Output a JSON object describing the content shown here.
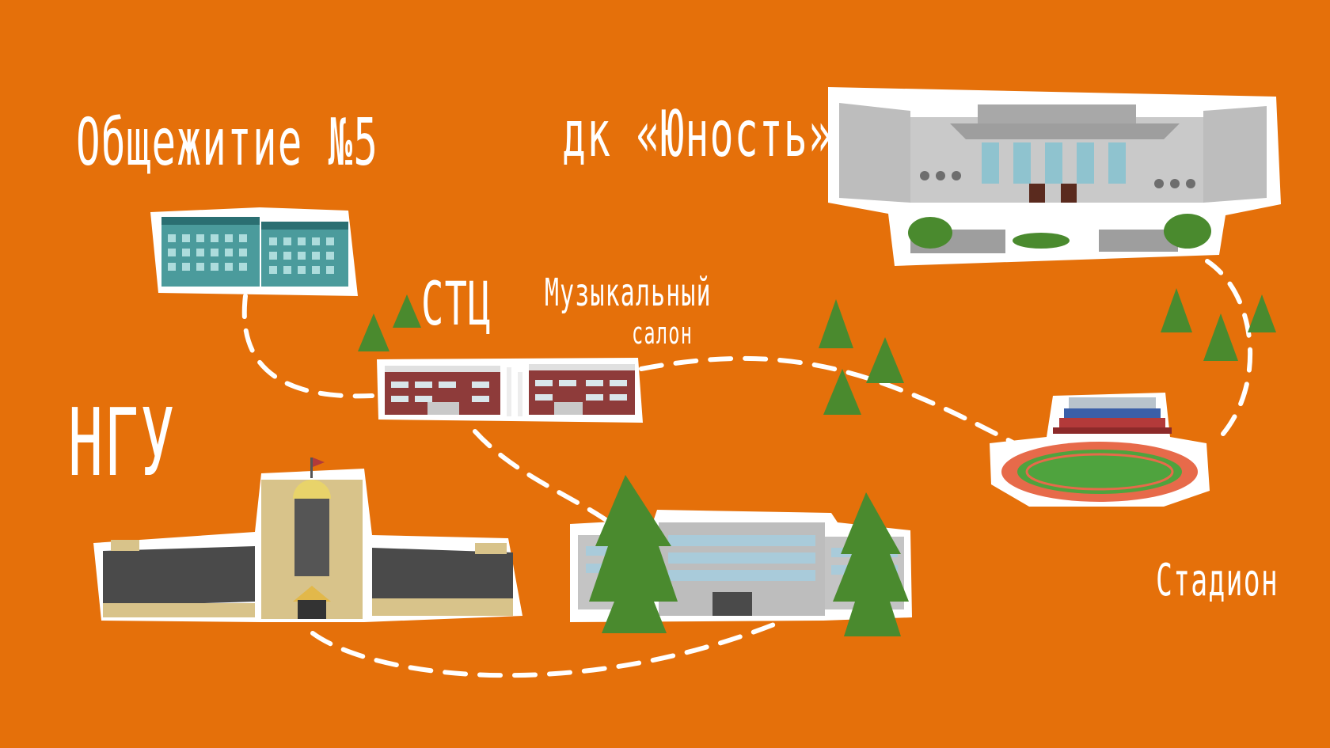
{
  "colors": {
    "background": "#E5700A",
    "route": "#FFFFFF",
    "label": "#FFFFFF",
    "tree": "#4A8A2E"
  },
  "places": {
    "dormitory": {
      "label": "Общежитие №5"
    },
    "dk": {
      "label": "дк «Юность»"
    },
    "sti": {
      "label": "СТЦ"
    },
    "music": {
      "label_line1": "Музыкальный",
      "label_line2": "салон"
    },
    "ngu": {
      "label": "НГУ"
    },
    "stadium": {
      "label": "Стадион"
    }
  }
}
